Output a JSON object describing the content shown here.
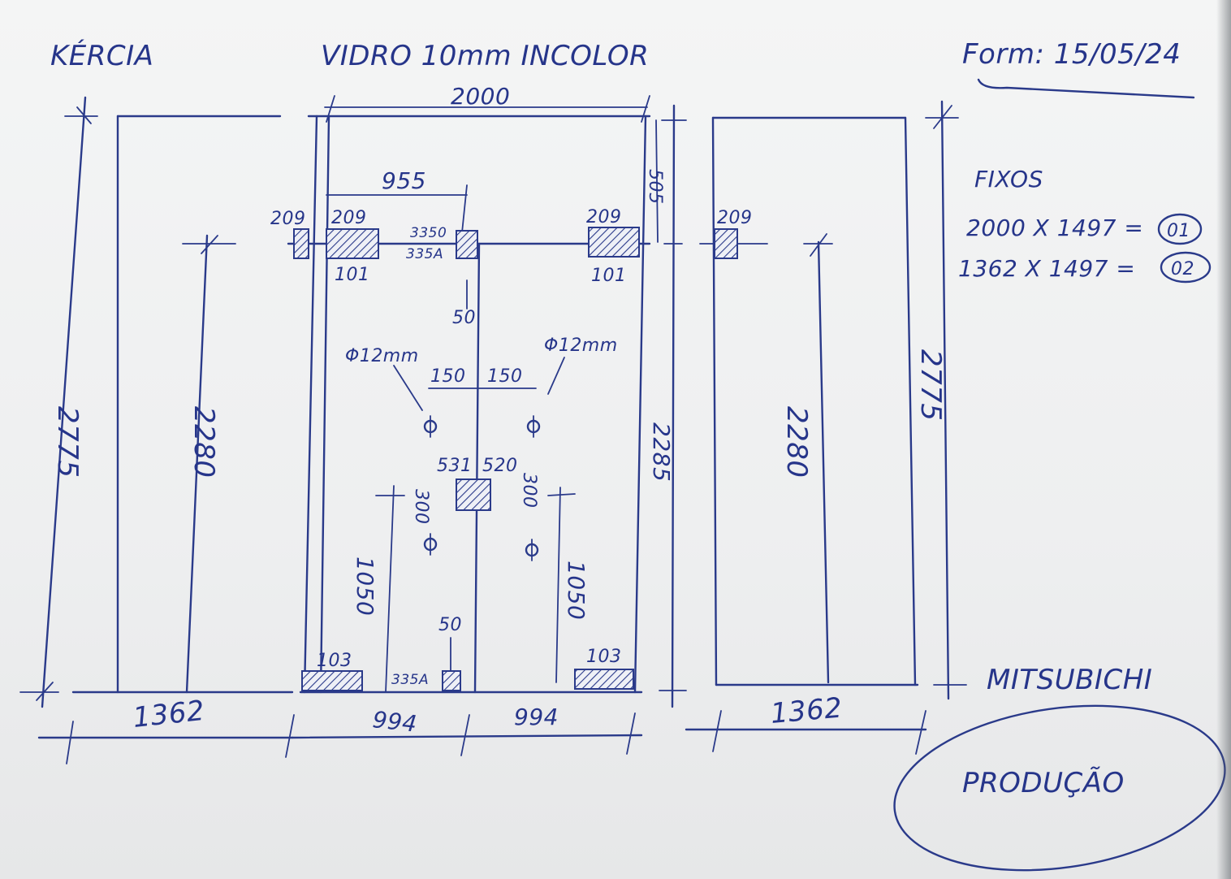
{
  "header": {
    "client": "KÉRCIA",
    "material": "VIDRO 10mm INCOLOR",
    "date": "Form: 15/05/24"
  },
  "panel_left": {
    "height_total": "2775",
    "height_inner": "2280",
    "width": "1362"
  },
  "panel_center": {
    "width_total": "2000",
    "dim_955": "955",
    "dim_209_a": "209",
    "dim_209_b": "209",
    "dim_209_c": "209",
    "dim_3350": "3350",
    "dim_335a": "335A",
    "dim_101_a": "101",
    "dim_101_b": "101",
    "dim_505": "505",
    "dim_50_top": "50",
    "hole_left": "Φ12mm",
    "hole_right": "Φ12mm",
    "dim_150_a": "150",
    "dim_150_b": "150",
    "dim_531": "531",
    "dim_520": "520",
    "dim_300_a": "300",
    "dim_300_b": "300",
    "dim_1050_a": "1050",
    "dim_1050_b": "1050",
    "dim_2285": "2285",
    "dim_50_bottom": "50",
    "dim_103_a": "103",
    "dim_103_b": "103",
    "dim_335a_bottom": "335A",
    "width_half_a": "994",
    "width_half_b": "994"
  },
  "panel_right": {
    "dim_209": "209",
    "height_total": "2775",
    "height_inner": "2280",
    "width": "1362"
  },
  "fixos": {
    "title": "FIXOS",
    "line1": "2000 X 1497 =",
    "qty1": "01",
    "line2": "1362 X 1497 =",
    "qty2": "02"
  },
  "footer": {
    "brand": "MITSUBICHI",
    "stamp": "PRODUÇÃO"
  },
  "colors": {
    "ink": "#2a3a8a",
    "paper": "#f2f3f3"
  }
}
